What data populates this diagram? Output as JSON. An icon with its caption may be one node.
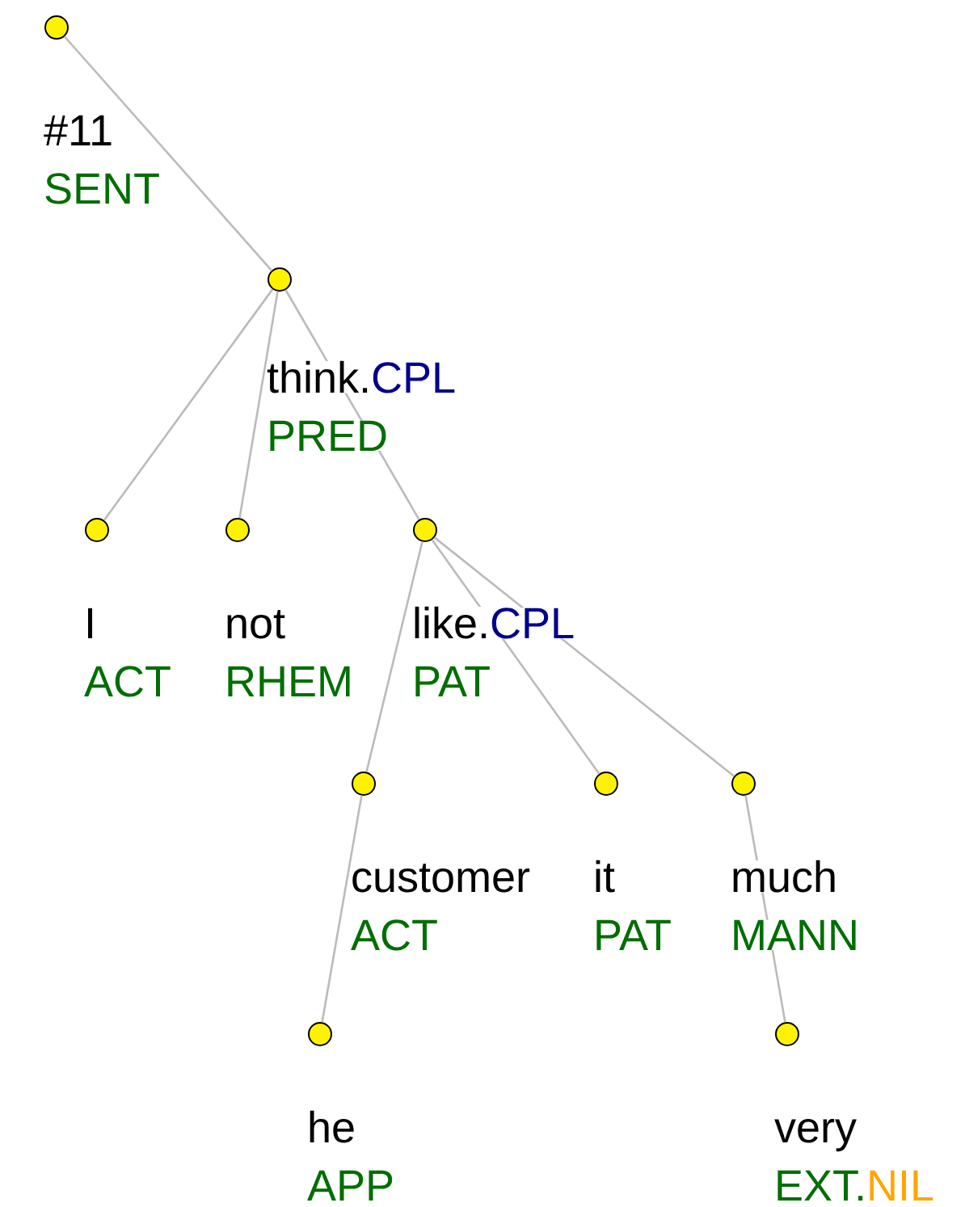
{
  "diagram": {
    "nodes": [
      {
        "text": [],
        "shape": "circle",
        "beside": [
          "#11",
          "SENT"
        ]
      },
      {
        "text": [],
        "shape": "circle",
        "beside": [
          "think.",
          "CPL",
          "PRED"
        ]
      },
      {
        "text": [],
        "shape": "circle",
        "beside": [
          "I",
          "ACT"
        ]
      },
      {
        "text": [],
        "shape": "circle",
        "beside": [
          "not",
          "RHEM"
        ]
      },
      {
        "text": [],
        "shape": "circle",
        "beside": [
          "like.",
          "CPL",
          "PAT"
        ]
      },
      {
        "text": [],
        "shape": "circle",
        "beside": [
          "customer",
          "ACT"
        ]
      },
      {
        "text": [],
        "shape": "circle",
        "beside": [
          "it",
          "PAT"
        ]
      },
      {
        "text": [],
        "shape": "circle",
        "beside": [
          "much",
          "MANN"
        ]
      },
      {
        "text": [],
        "shape": "circle",
        "beside": [
          "he",
          "APP"
        ]
      },
      {
        "text": [],
        "shape": "circle",
        "beside": [
          "very",
          "EXT.",
          "NIL"
        ]
      }
    ],
    "edges": [
      {
        "from": 0,
        "to": 1,
        "arrow": "none"
      },
      {
        "from": 1,
        "to": 2,
        "arrow": "none"
      },
      {
        "from": 1,
        "to": 3,
        "arrow": "none"
      },
      {
        "from": 1,
        "to": 4,
        "arrow": "none"
      },
      {
        "from": 4,
        "to": 5,
        "arrow": "none"
      },
      {
        "from": 4,
        "to": 6,
        "arrow": "none"
      },
      {
        "from": 4,
        "to": 7,
        "arrow": "none"
      },
      {
        "from": 5,
        "to": 8,
        "arrow": "none"
      },
      {
        "from": 7,
        "to": 9,
        "arrow": "none"
      }
    ]
  }
}
